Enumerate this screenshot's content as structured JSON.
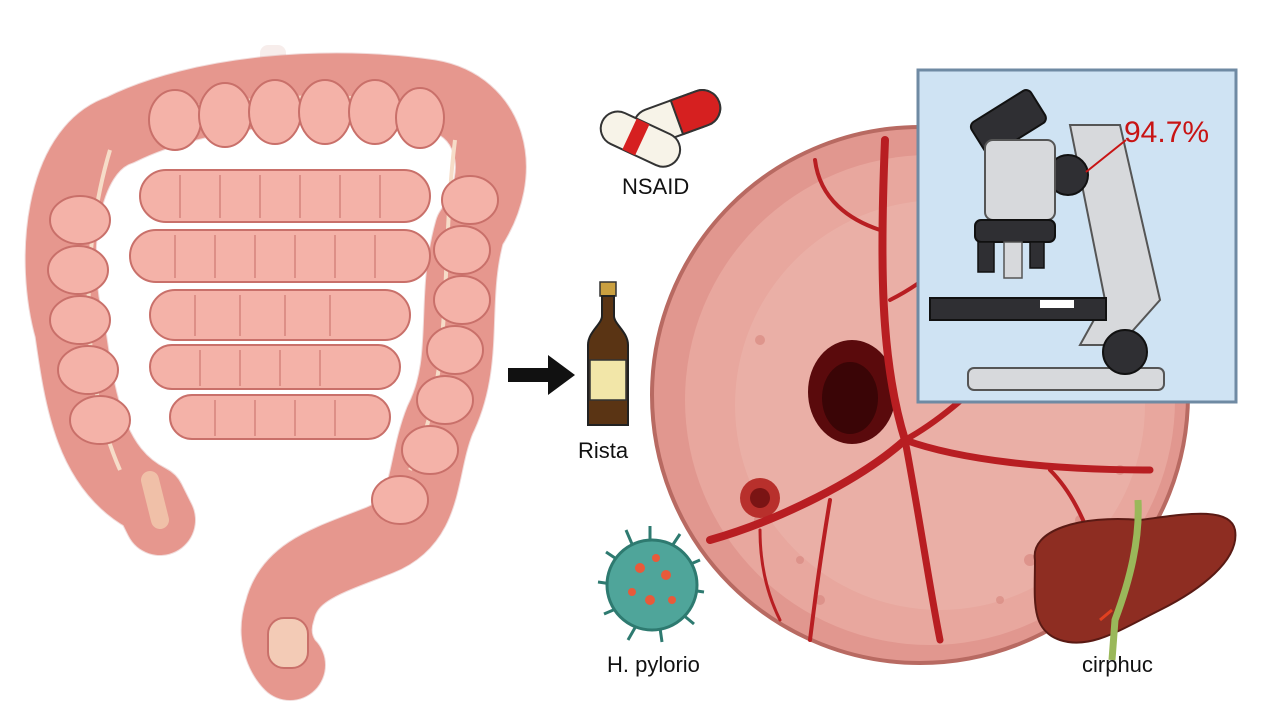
{
  "labels": {
    "nsaid": "NSAID",
    "alcohol": "Rista",
    "h_pylori": "H. pylorio",
    "cirrhosis": "cirphuc",
    "microscope_percent": "94.7%"
  },
  "colors": {
    "intestine": "#f0a49a",
    "intestine_dark": "#c9706a",
    "stomach_wall": "#d98a82",
    "stomach_inner": "#e8a79e",
    "vessel": "#b81e22",
    "ulcer": "#5a0a0c",
    "inset_bg": "#cfe3f3",
    "inset_border": "#6f8aa3",
    "microscope_body": "#d7d9dc",
    "liver": "#8e2d22",
    "bacterium": "#4fa59a",
    "percent_text": "#c81414"
  }
}
